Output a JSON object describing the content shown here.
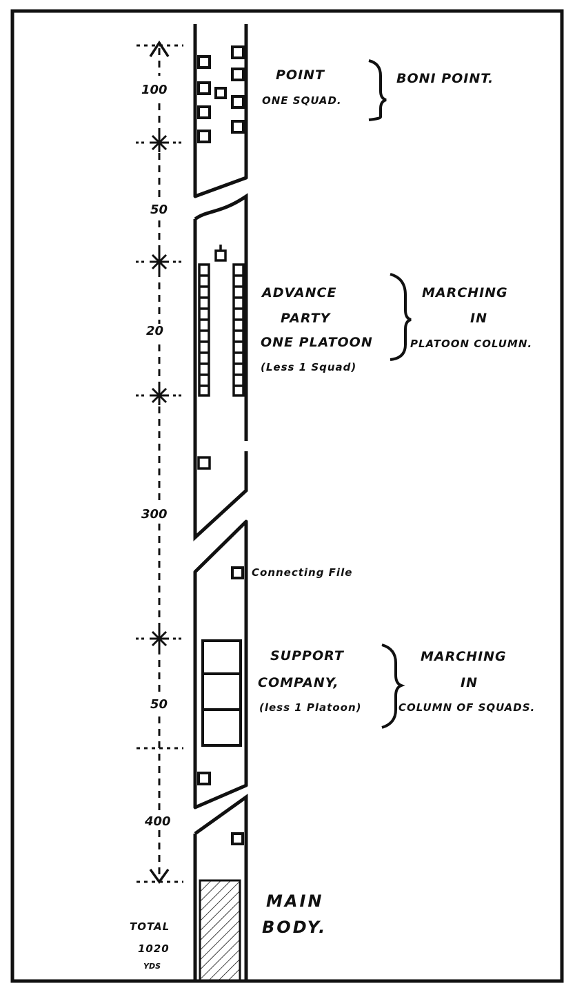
{
  "distance_labels": [
    "100",
    "50",
    "20",
    "300",
    "50",
    "400"
  ],
  "total": {
    "label": "TOTAL",
    "value": "1020",
    "unit": "YDS"
  },
  "point": {
    "title": "POINT",
    "subtitle": "ONE SQUAD.",
    "right": "BONI POINT."
  },
  "advance_party": {
    "lines": [
      "ADVANCE",
      "PARTY",
      "ONE PLATOON",
      "(Less 1 Squad)"
    ],
    "right": [
      "MARCHING",
      "IN",
      "PLATOON COLUMN."
    ]
  },
  "connecting_file": "Connecting File",
  "support": {
    "lines": [
      "SUPPORT",
      "COMPANY,",
      "(less 1 Platoon)"
    ],
    "right": [
      "MARCHING",
      "IN",
      "COLUMN OF SQUADS."
    ]
  },
  "main_body": [
    "MAIN",
    "BODY."
  ],
  "colors": {
    "ink": "#111111",
    "paper": "#ffffff"
  }
}
